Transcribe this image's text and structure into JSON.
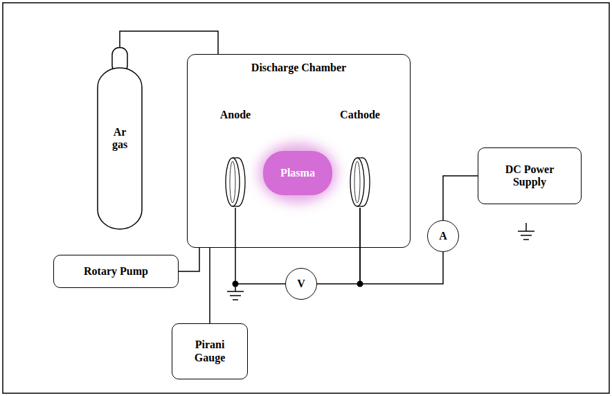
{
  "diagram": {
    "nodes": [
      {
        "text": [
          "Ar gas"
        ]
      },
      {
        "text": [
          "Discharge Chamber"
        ]
      },
      {
        "text": [
          "Anode"
        ],
        "in": 1
      },
      {
        "text": [
          "Plasma"
        ],
        "in": 1
      },
      {
        "text": [
          "Cathode"
        ],
        "in": 1
      },
      {
        "text": [
          "DC Power Supply"
        ]
      },
      {
        "text": [
          "A"
        ]
      },
      {
        "text": [
          "Rotary Pump"
        ]
      },
      {
        "text": [
          "V"
        ]
      },
      {
        "text": [
          "Pirani Gauge"
        ]
      }
    ],
    "edges": [
      {
        "from": 0,
        "to": 1,
        "arrow": "none"
      },
      {
        "from": 7,
        "to": 1,
        "arrow": "none"
      },
      {
        "from": 9,
        "to": 1,
        "arrow": "none"
      },
      {
        "from": 2,
        "to": 8,
        "arrow": "none"
      },
      {
        "from": 8,
        "to": 4,
        "arrow": "none"
      },
      {
        "from": 4,
        "to": 6,
        "arrow": "none"
      },
      {
        "from": 6,
        "to": 5,
        "arrow": "none"
      }
    ]
  }
}
